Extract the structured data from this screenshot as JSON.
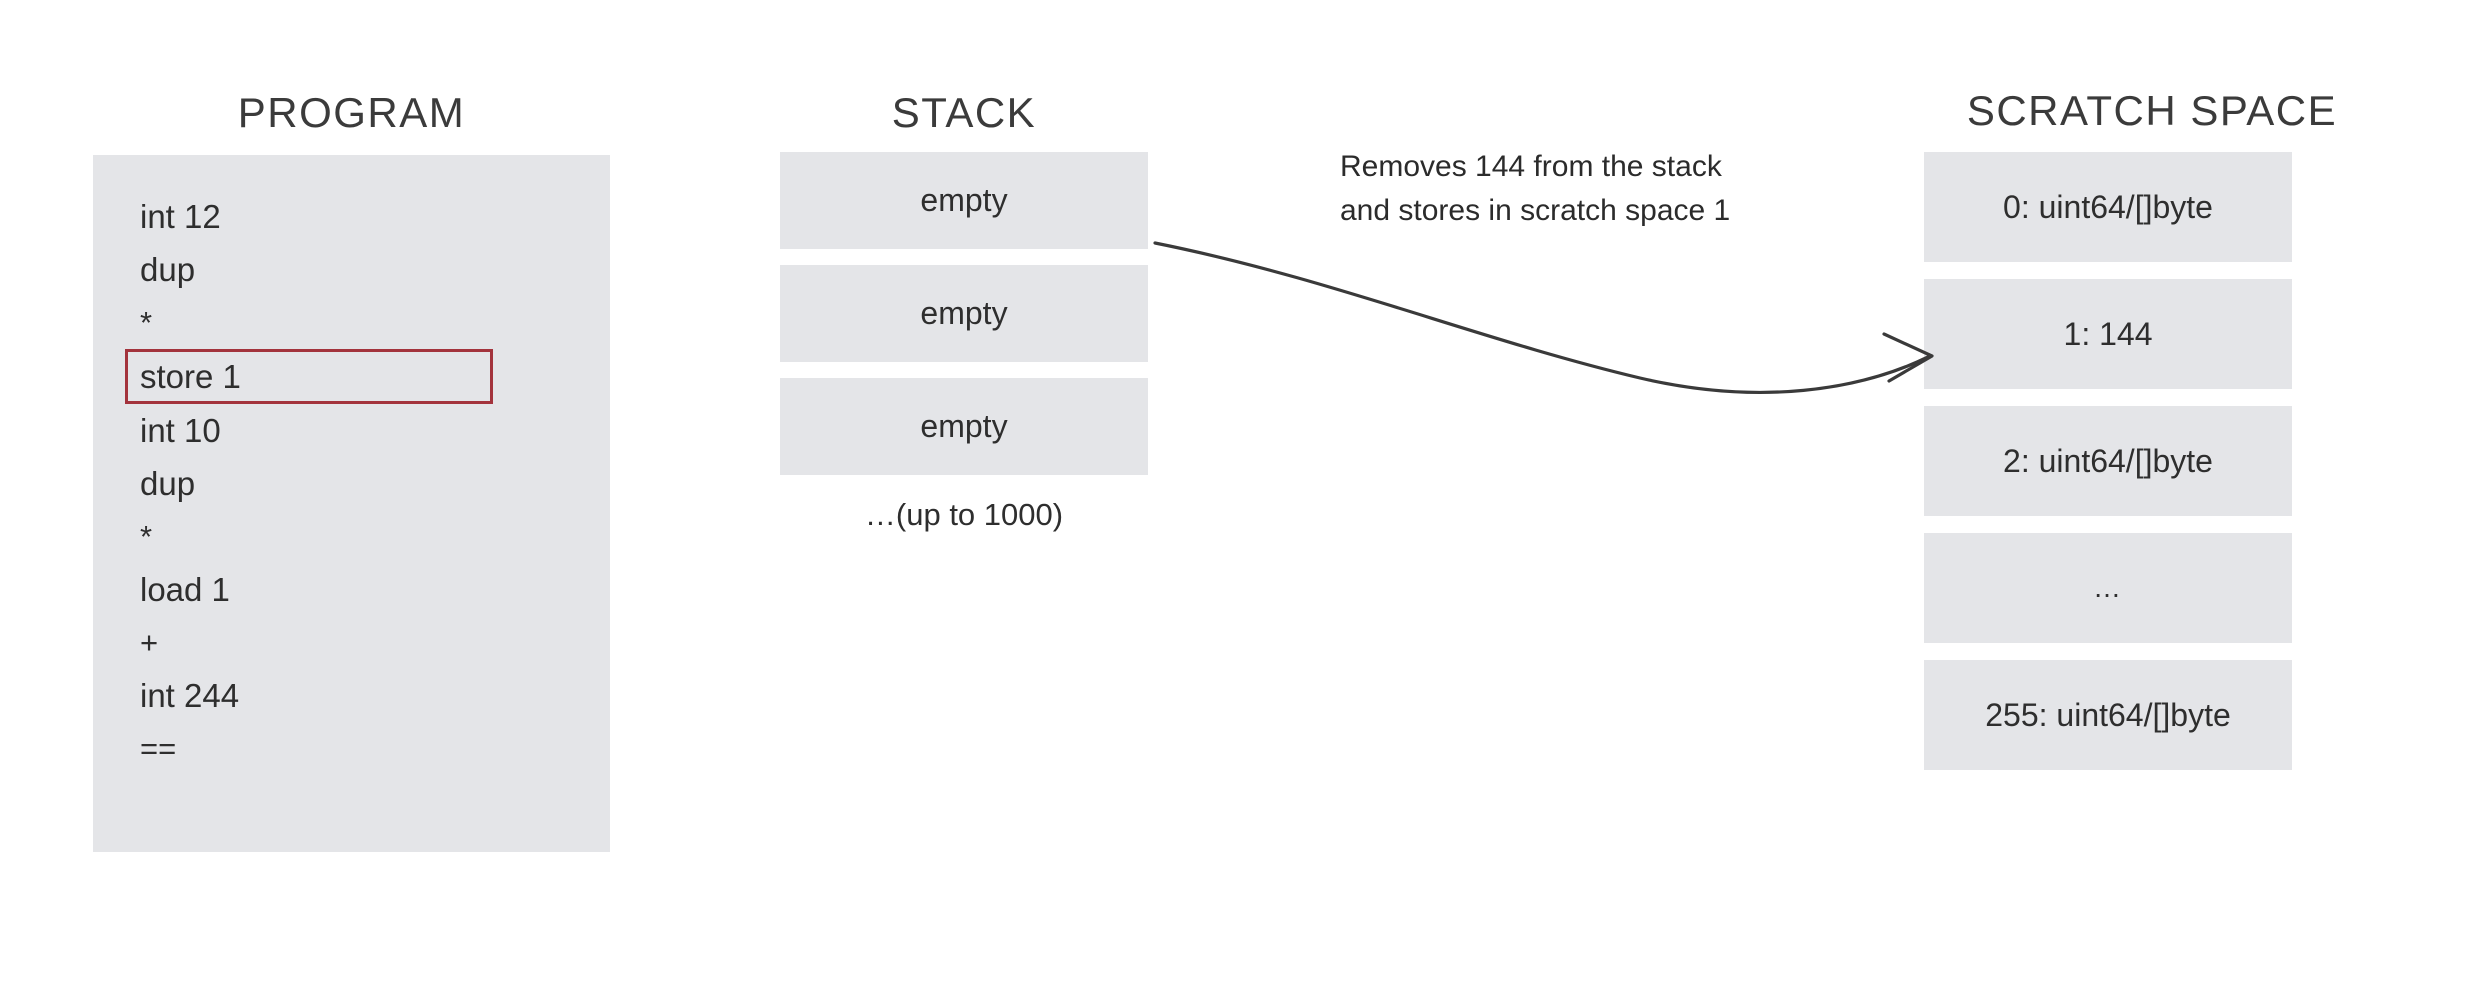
{
  "columns": {
    "program": {
      "heading": "PROGRAM",
      "lines": [
        {
          "text": "int 12",
          "highlighted": false,
          "symbol": false
        },
        {
          "text": "dup",
          "highlighted": false,
          "symbol": false
        },
        {
          "text": "*",
          "highlighted": false,
          "symbol": true
        },
        {
          "text": "store 1",
          "highlighted": true,
          "symbol": false
        },
        {
          "text": "int 10",
          "highlighted": false,
          "symbol": false
        },
        {
          "text": "dup",
          "highlighted": false,
          "symbol": false
        },
        {
          "text": "*",
          "highlighted": false,
          "symbol": true
        },
        {
          "text": "load 1",
          "highlighted": false,
          "symbol": false
        },
        {
          "text": "+",
          "highlighted": false,
          "symbol": true
        },
        {
          "text": "int 244",
          "highlighted": false,
          "symbol": false
        },
        {
          "text": "==",
          "highlighted": false,
          "symbol": true
        }
      ]
    },
    "stack": {
      "heading": "STACK",
      "slots": [
        {
          "label": "empty"
        },
        {
          "label": "empty"
        },
        {
          "label": "empty"
        }
      ],
      "footnote": "…(up to 1000)"
    },
    "scratch": {
      "heading": "SCRATCH SPACE",
      "slots": [
        {
          "label": "0: uint64/[]byte",
          "ellipsis": false
        },
        {
          "label": "1: 144",
          "ellipsis": false
        },
        {
          "label": "2: uint64/[]byte",
          "ellipsis": false
        },
        {
          "label": "…",
          "ellipsis": true
        },
        {
          "label": "255: uint64/[]byte",
          "ellipsis": false
        }
      ]
    }
  },
  "annotation": {
    "line1": "Removes 144 from the stack",
    "line2": "and stores in scratch space 1"
  },
  "colors": {
    "slot_fill": "#e4e5e8",
    "highlight_border": "#a3333c",
    "text": "#2e2e2e",
    "heading": "#3b3b3b",
    "arrow": "#3a3a3a",
    "background": "#ffffff"
  }
}
